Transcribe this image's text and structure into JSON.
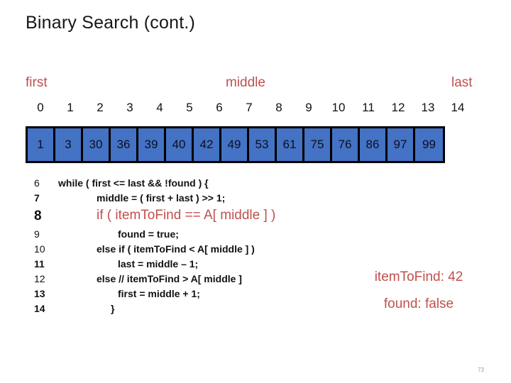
{
  "slide": {
    "title": "Binary Search (cont.)",
    "page_number": "73",
    "accent_color": "#C0504D",
    "array_fill_color": "#4472C4",
    "array_border_color": "#000000"
  },
  "pointers": [
    {
      "name": "first",
      "label": "first"
    },
    {
      "name": "middle",
      "label": "middle"
    },
    {
      "name": "last",
      "label": "last"
    }
  ],
  "array": {
    "indices": [
      "0",
      "1",
      "2",
      "3",
      "4",
      "5",
      "6",
      "7",
      "8",
      "9",
      "10",
      "11",
      "12",
      "13",
      "14"
    ],
    "values": [
      "1",
      "3",
      "30",
      "36",
      "39",
      "40",
      "42",
      "49",
      "53",
      "61",
      "75",
      "76",
      "86",
      "97",
      "99"
    ]
  },
  "code": {
    "lines": [
      {
        "no": "6",
        "text": "while ( first <= last && !found ) {",
        "indent": "ind0",
        "style": "normal",
        "bold_no": false
      },
      {
        "no": "7",
        "text": "middle = ( first + last ) >> 1;",
        "indent": "ind2",
        "style": "normal",
        "bold_no": true
      },
      {
        "no": "8",
        "text": "if ( itemToFind == A[ middle ] )",
        "indent": "ind2",
        "style": "highlight",
        "bold_no": true
      },
      {
        "no": "9",
        "text": "found = true;",
        "indent": "ind3",
        "style": "normal",
        "bold_no": false
      },
      {
        "no": "10",
        "text": "else if ( itemToFind < A[ middle ] )",
        "indent": "ind2",
        "style": "normal",
        "bold_no": false
      },
      {
        "no": "11",
        "text": "last = middle – 1;",
        "indent": "ind3",
        "style": "normal",
        "bold_no": true
      },
      {
        "no": "12",
        "text": "else // itemToFind > A[ middle ]",
        "indent": "ind2",
        "style": "normal",
        "bold_no": false
      },
      {
        "no": "13",
        "text": "first = middle + 1;",
        "indent": "ind3",
        "style": "normal",
        "bold_no": true
      },
      {
        "no": "14",
        "text": "}",
        "indent": "ind4",
        "style": "normal",
        "bold_no": true
      }
    ]
  },
  "status": {
    "item_to_find": "itemToFind: 42",
    "found": "found:  false"
  }
}
